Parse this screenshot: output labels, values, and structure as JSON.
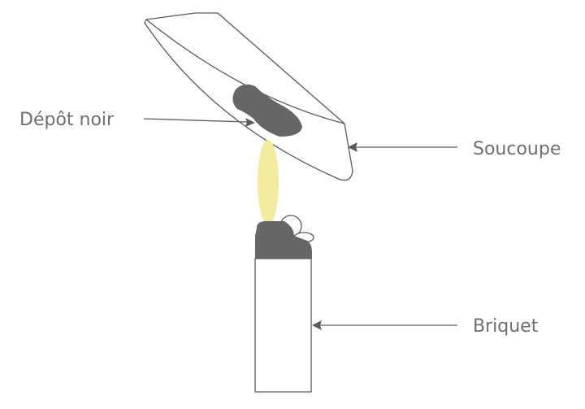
{
  "labels": {
    "deposit": "Dépôt noir",
    "saucer": "Soucoupe",
    "lighter": "Briquet"
  },
  "colors": {
    "outline": "#5a5a5a",
    "deposit": "#666666",
    "flame": "#f2ec9c",
    "label_text": "#6e6e6e"
  }
}
